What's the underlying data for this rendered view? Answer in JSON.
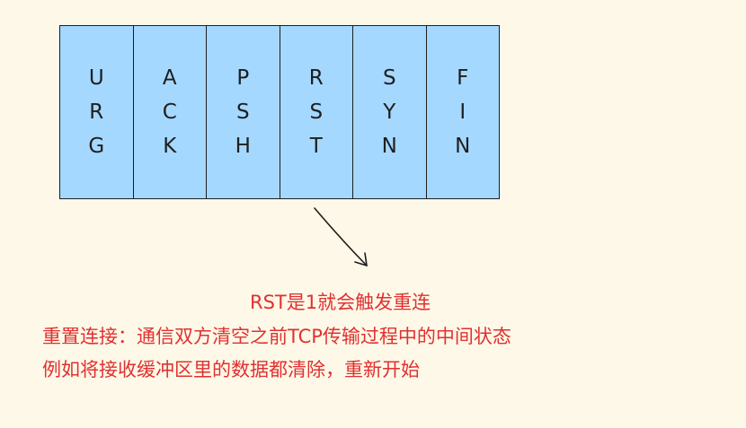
{
  "diagram": {
    "flags": [
      {
        "letters": [
          "U",
          "R",
          "G"
        ]
      },
      {
        "letters": [
          "A",
          "C",
          "K"
        ]
      },
      {
        "letters": [
          "P",
          "S",
          "H"
        ]
      },
      {
        "letters": [
          "R",
          "S",
          "T"
        ]
      },
      {
        "letters": [
          "S",
          "Y",
          "N"
        ]
      },
      {
        "letters": [
          "F",
          "I",
          "N"
        ]
      }
    ],
    "cell_fill": "#a5d8ff",
    "stroke_color": "#1e1e1e",
    "background": "#fdf8e7",
    "annotation": {
      "color": "#e03131",
      "title": "RST是1就会触发重连",
      "line1": "重置连接：通信双方清空之前TCP传输过程中的中间状态",
      "line2": "例如将接收缓冲区里的数据都清除，重新开始"
    }
  }
}
